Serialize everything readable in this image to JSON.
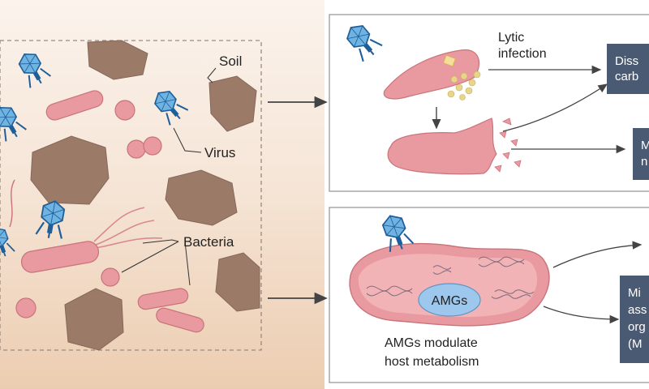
{
  "labels": {
    "soil": "Soil",
    "virus": "Virus",
    "bacteria": "Bacteria",
    "lytic_line1": "Lytic",
    "lytic_line2": "infection",
    "amgs": "AMGs",
    "amgs_caption_line1": "AMGs modulate",
    "amgs_caption_line2": "host metabolism"
  },
  "outcome_boxes": {
    "box1_line1": "Diss",
    "box1_line2": "carb",
    "box2_line1": "M",
    "box2_line2": "n",
    "box4_line1": "Mi",
    "box4_line2": "ass",
    "box4_line3": "org",
    "box4_line4": "(M"
  },
  "colors": {
    "soil_bg": "#f7ede4",
    "soil_bg_lower": "#e9c7a8",
    "soil_particle": "#9b7a68",
    "soil_particle_dark": "#7d5f4f",
    "bacteria_fill": "#e89aa0",
    "bacteria_stroke": "#c9737a",
    "virus_head": "#6fb3e3",
    "virus_dark": "#1f5f99",
    "panel_border": "#9a9a9a",
    "outcome_box": "#4a5a72",
    "amgs_ellipse": "#9dc7ec",
    "arrow": "#444444"
  }
}
